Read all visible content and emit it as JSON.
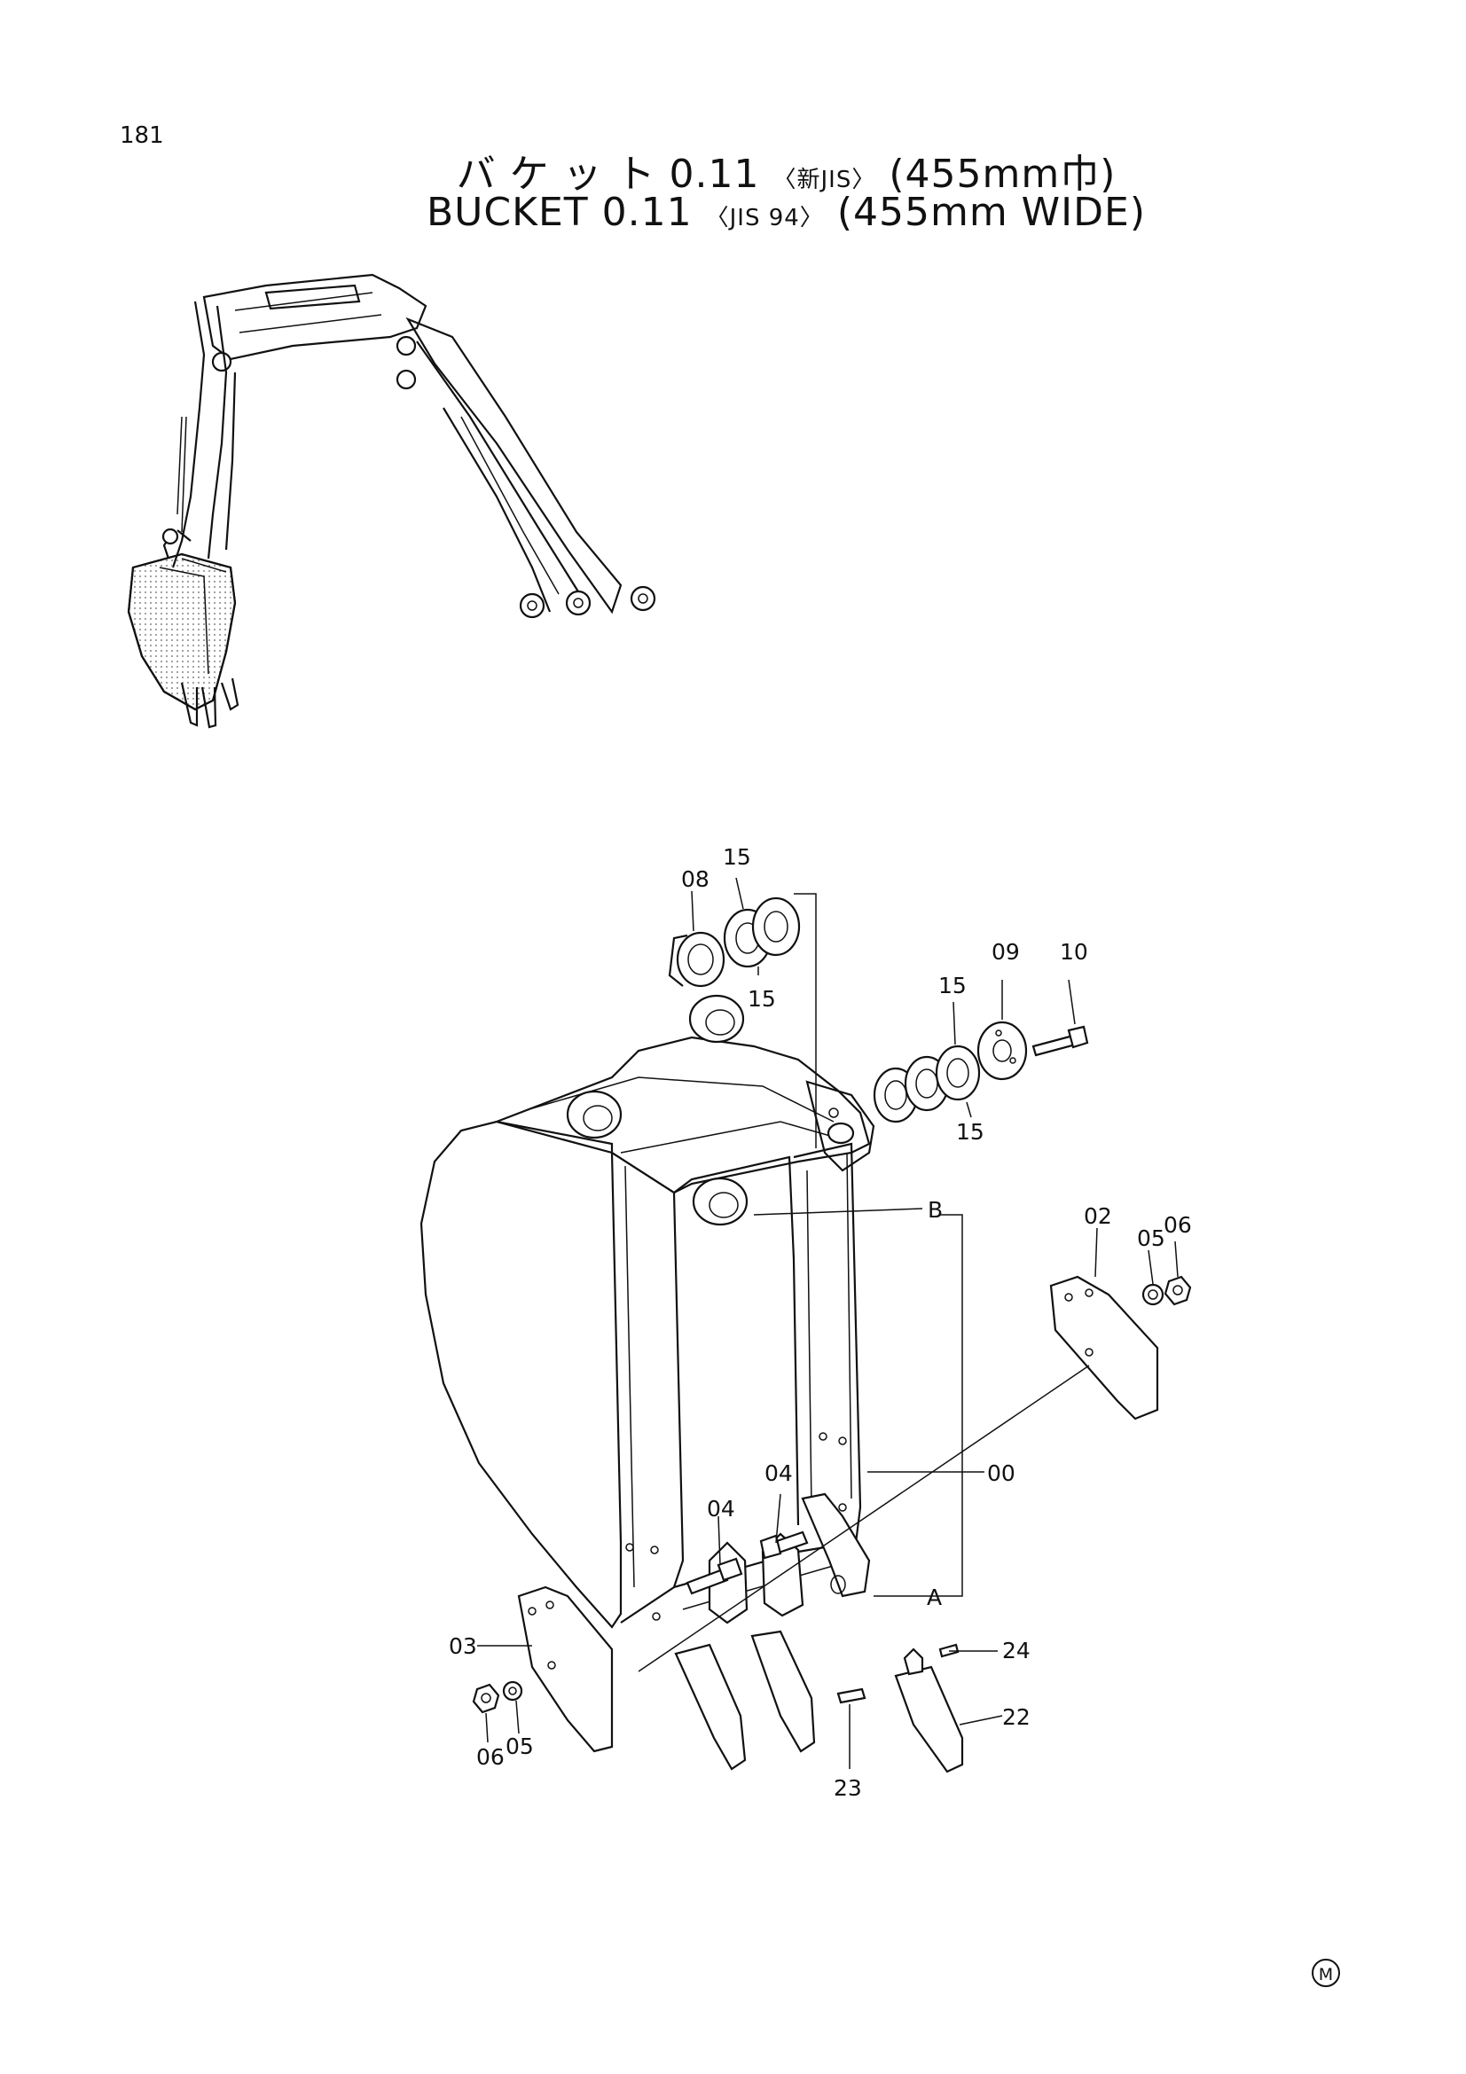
{
  "page": {
    "number": "181"
  },
  "title": {
    "ja_main": "バ ケ ッ ト  0.11",
    "ja_std": "〈新JIS〉",
    "ja_width": "(455mm巾)",
    "en_main": "BUCKET  0.11",
    "en_std": "〈JIS 94〉",
    "en_width": "(455mm  WIDE)"
  },
  "parts": {
    "p00": "00",
    "p02": "02",
    "p03": "03",
    "p04a": "04",
    "p04b": "04",
    "p05a": "05",
    "p05b": "05",
    "p06a": "06",
    "p06b": "06",
    "p08": "08",
    "p09": "09",
    "p10": "10",
    "p15a": "15",
    "p15b": "15",
    "p15c": "15",
    "p15d": "15",
    "p22": "22",
    "p23": "23",
    "p24": "24",
    "refA": "A",
    "refB": "B"
  },
  "corner_mark": "M",
  "colors": {
    "ink": "#111111",
    "stipple": "#9a9a9a"
  }
}
